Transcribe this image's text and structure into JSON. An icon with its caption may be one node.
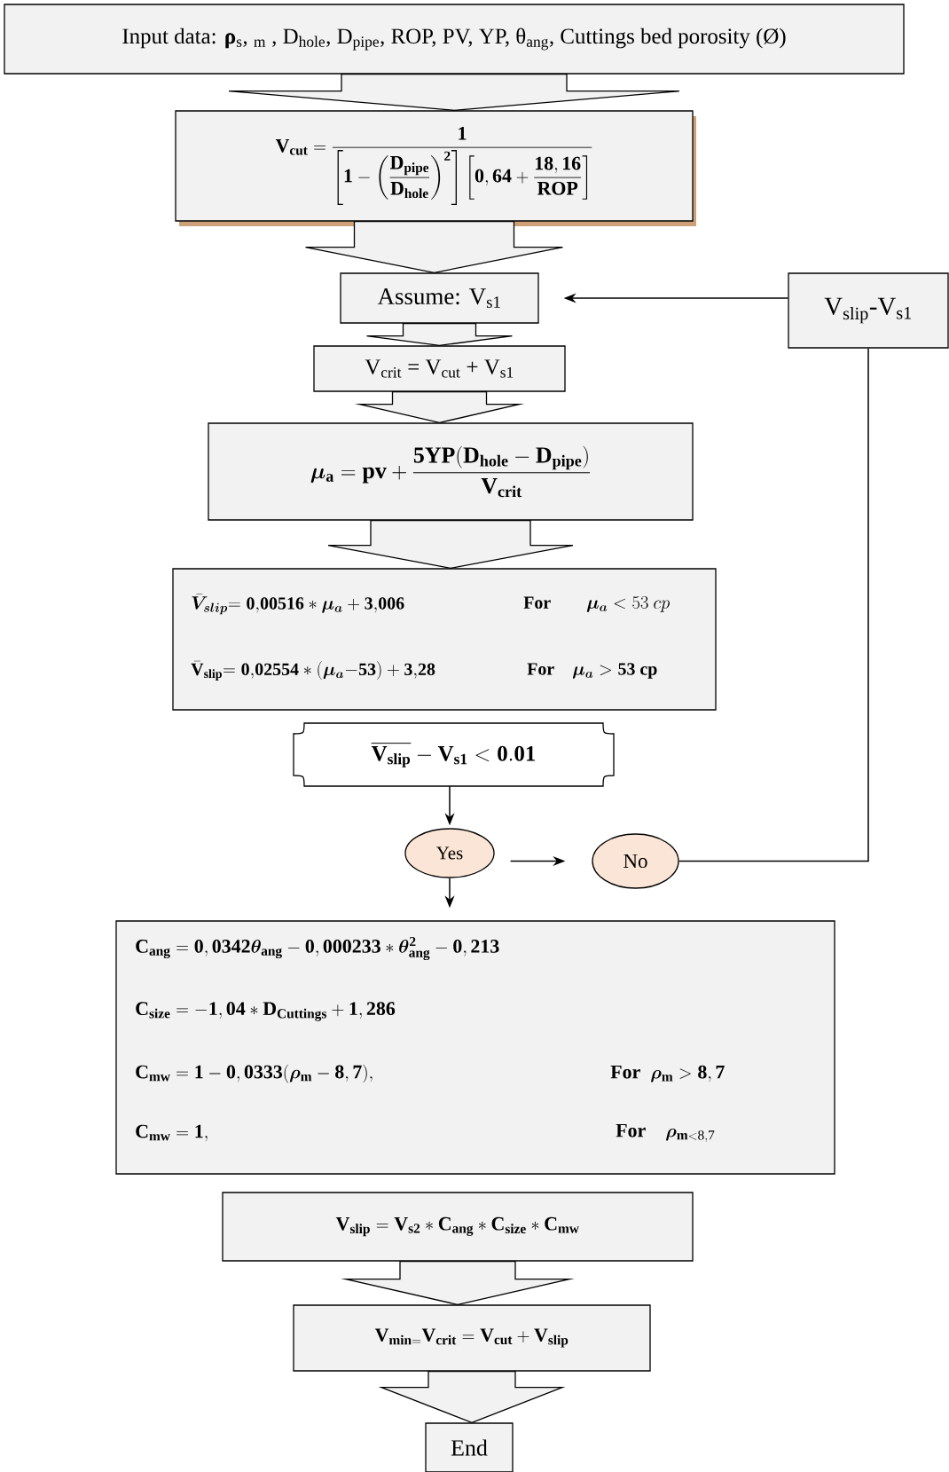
{
  "diagram": {
    "nodes": [
      {
        "text": [
          "Input data: **ρ**$_{s}$,  $_{m}$ , D$_{hole}$, D$_{pipe}$, ROP, PV, YP, θ$_{ang}$, Cuttings bed porosity (Ø)"
        ]
      },
      {
        "text": [
          "\\mathbf{V_{cut}} = \\dfrac{\\mathbf{1}}{\\left[\\mathbf{1}-\\left(\\dfrac{\\mathbf{D_{pipe}}}{\\mathbf{D_{hole}}}\\right)^{\\mathbf{2}}\\right]\\left[\\mathbf{0,64}+\\dfrac{\\mathbf{18,16}}{\\mathbf{ROP}}\\right]}"
        ]
      },
      {
        "text": [
          "Assume: V$_{s1}$"
        ]
      },
      {
        "text": [
          "V$_{slip}$-V$_{s1}$"
        ]
      },
      {
        "text": [
          "V$_{crit}$ = V$_{cut}$ + V$_{s1}$"
        ]
      },
      {
        "text": [
          "\\boldsymbol{\\mu}_{\\mathbf{a}} = \\mathbf{pv} + \\dfrac{\\mathbf{5YP(D_{hole}-D_{pipe})}}{\\mathbf{V_{crit}}}"
        ]
      },
      {
        "text": [
          "\\bar{\\boldsymbol{V}}_{\\boldsymbol{slip}}\\mathbf{=0{,}00516}*\\boldsymbol{\\mu}_{\\boldsymbol{a}}+\\mathbf{3{,}006}",
          "\\mathbf{For}\\qquad\\boldsymbol{\\mu}_{\\boldsymbol{a}}<53\\ cp",
          "\\bar{\\mathbf{V}}_{\\mathbf{slip}}\\mathbf{=0{,}02554}*(\\boldsymbol{\\mu}_{\\boldsymbol{a}}\\mathbf{-53)}+\\mathbf{3{,}28}",
          "\\mathbf{For}\\quad\\boldsymbol{\\mu}_{\\boldsymbol{a}}>\\mathbf{53\\ cp}"
        ]
      },
      {
        "text": [
          "\\overline{\\mathbf{V_{slip}}}-\\mathbf{V_{s1}}<\\mathbf{0.01}"
        ]
      },
      {
        "text": [
          "Yes"
        ]
      },
      {
        "text": [
          "No"
        ]
      },
      {
        "text": [
          "\\mathbf{C_{ang}} = \\mathbf{0,0342}\\boldsymbol{\\theta}_{\\mathbf{ang}} - \\mathbf{0,000233} * \\boldsymbol{\\theta}_{\\mathbf{ang}}^{\\mathbf{2}} - \\mathbf{0,213}",
          "\\mathbf{C_{size}} = -\\mathbf{1,04} * \\mathbf{D_{Cuttings}} + \\mathbf{1,286}",
          "\\mathbf{C_{mw}} = \\mathbf{1} - \\mathbf{0,0333(}\\boldsymbol{\\rho}_{\\mathbf{m}} - \\mathbf{8,7)},",
          "\\mathbf{For}\\ \\ \\boldsymbol{\\rho}_{\\mathbf{m}} > \\mathbf{8,7}",
          "\\mathbf{C_{mw}} = \\mathbf{1},",
          "\\mathbf{For}\\quad\\boldsymbol{\\rho}_{\\mathbf{m}<\\mathrm{8,7}}"
        ]
      },
      {
        "text": [
          "\\mathbf{V_{slip}} = \\mathbf{V_{s2}} * \\mathbf{C_{ang}} * \\mathbf{C_{size}} * \\mathbf{C_{mw}}"
        ]
      },
      {
        "text": [
          "\\mathbf{V_{min=}}\\mathbf{V_{crit}} = \\mathbf{V_{cut}} + \\mathbf{V_{slip}}"
        ]
      },
      {
        "text": [
          "End"
        ]
      }
    ],
    "edges": [
      {
        "from": 0,
        "to": 1,
        "arrow": "to"
      },
      {
        "from": 1,
        "to": 2,
        "arrow": "to"
      },
      {
        "from": 2,
        "to": 4,
        "arrow": "to"
      },
      {
        "from": 4,
        "to": 5,
        "arrow": "to"
      },
      {
        "from": 5,
        "to": 6,
        "arrow": "to"
      },
      {
        "from": 7,
        "to": 8,
        "arrow": "to"
      },
      {
        "from": 8,
        "to": 9,
        "arrow": "to"
      },
      {
        "from": 8,
        "to": 10,
        "arrow": "to"
      },
      {
        "from": 9,
        "to": 3,
        "arrow": "none"
      },
      {
        "from": 3,
        "to": 2,
        "arrow": "to"
      },
      {
        "from": 11,
        "to": 12,
        "arrow": "to"
      },
      {
        "from": 12,
        "to": 13,
        "arrow": "to"
      }
    ]
  }
}
